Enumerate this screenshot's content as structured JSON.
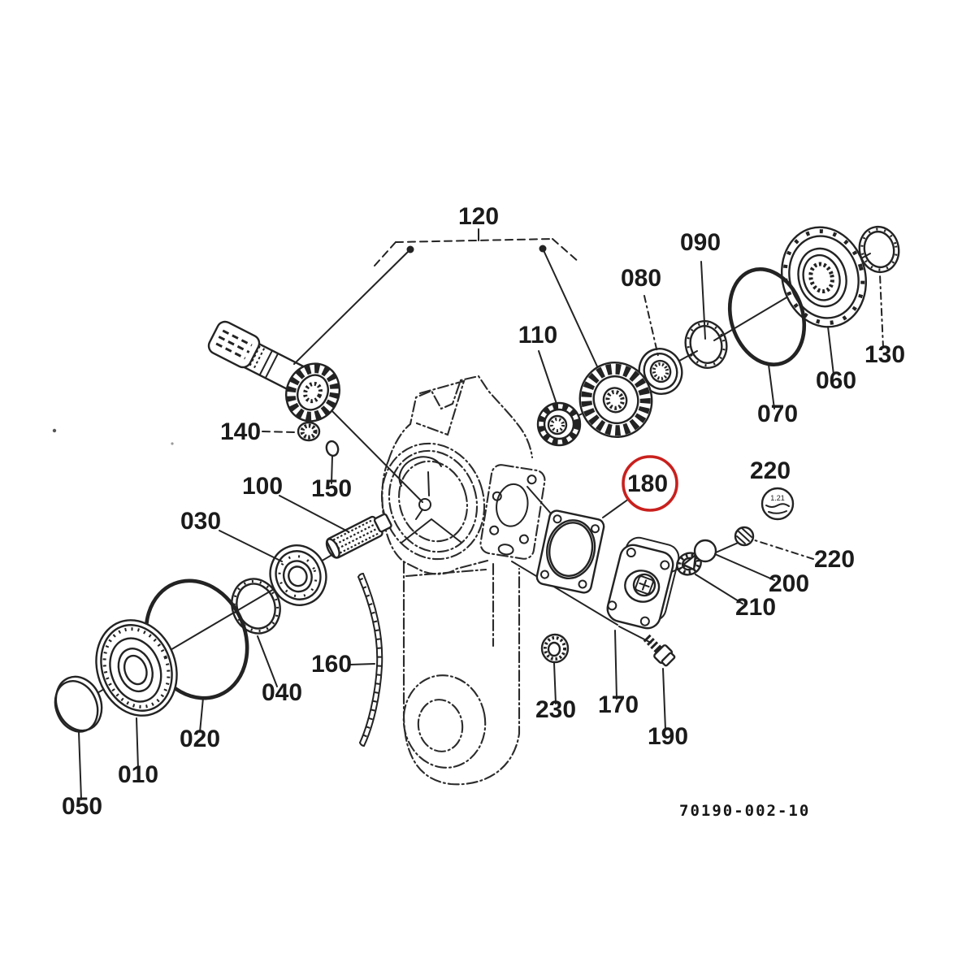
{
  "diagram": {
    "drawing_number": "70190-002-10",
    "highlighted_callout": "180",
    "detail_text": "1.21",
    "colors": {
      "background": "#ffffff",
      "line": "#232323",
      "label": "#1b1b1b",
      "highlight_circle": "#c9201d"
    },
    "callouts": {
      "c010": "010",
      "c020": "020",
      "c030": "030",
      "c040": "040",
      "c050": "050",
      "c060": "060",
      "c070": "070",
      "c080": "080",
      "c090": "090",
      "c100": "100",
      "c110": "110",
      "c120": "120",
      "c130": "130",
      "c140": "140",
      "c150": "150",
      "c160": "160",
      "c170": "170",
      "c180": "180",
      "c190": "190",
      "c200": "200",
      "c210": "210",
      "c220": "220",
      "c230": "230"
    }
  }
}
